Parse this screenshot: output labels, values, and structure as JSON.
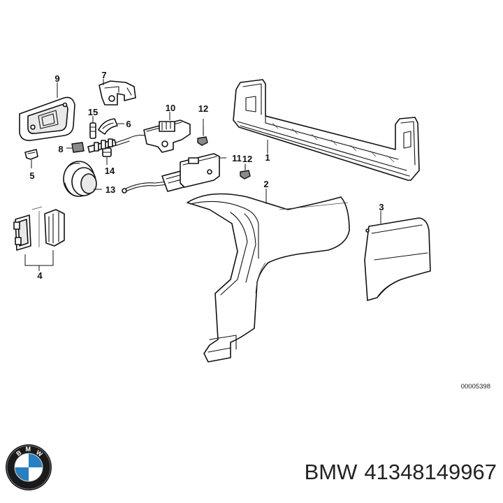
{
  "diagram": {
    "callouts": [
      "1",
      "2",
      "3",
      "4",
      "5",
      "6",
      "7",
      "8",
      "9",
      "10",
      "11",
      "12",
      "12",
      "13",
      "14",
      "15"
    ],
    "drawing_id": "00005398"
  },
  "caption": {
    "brand": "BMW",
    "part_number": "41348149967"
  },
  "logo": {
    "letters": "BMW",
    "colors": {
      "blue": "#2a7fc0",
      "white": "#ffffff",
      "ring": "#1a1a1a"
    }
  }
}
